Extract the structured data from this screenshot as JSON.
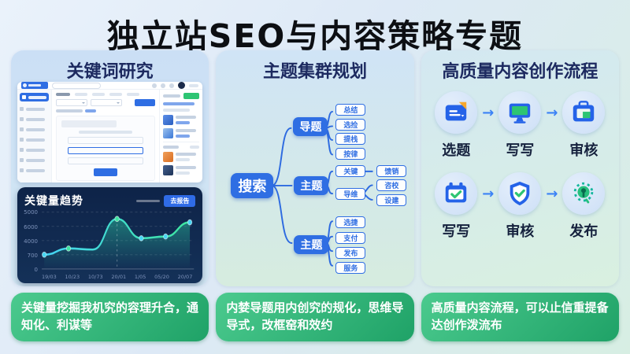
{
  "page": {
    "title": "独立站SEO与内容策略专题"
  },
  "panels": {
    "keyword": {
      "header": "关键词研究",
      "caption": "关键量挖掘我机究的容理升合，通知化、利谋等"
    },
    "cluster": {
      "header": "主题集群规划",
      "caption": "内婪导题用内创究的规化，思维导导式，改框窑和效约",
      "mindmap": {
        "root": "搜索",
        "branch1": {
          "label": "导题",
          "leaves": [
            "总结",
            "选捡",
            "提栈",
            "按律"
          ]
        },
        "branch2": {
          "label": "主题",
          "leaves": [
            "关键",
            "导维"
          ],
          "sub1": [
            "馈销"
          ],
          "sub2": [
            "咨校",
            "设建"
          ]
        },
        "branch3": {
          "label": "主题",
          "leaves": [
            "选捷",
            "支付",
            "发布",
            "服务"
          ]
        }
      }
    },
    "workflow": {
      "header": "高质量内容创作流程",
      "caption": "高质量内容流程，可以止信重提备达创作泼流布",
      "arrow": "→",
      "steps": [
        {
          "label": "选题",
          "icon": "document-icon"
        },
        {
          "label": "写写",
          "icon": "monitor-icon"
        },
        {
          "label": "审核",
          "icon": "briefcase-icon"
        },
        {
          "label": "写写",
          "icon": "calendar-check-icon"
        },
        {
          "label": "审核",
          "icon": "shield-check-icon"
        },
        {
          "label": "发布",
          "icon": "gear-key-icon"
        }
      ]
    }
  },
  "chart_data": {
    "type": "line",
    "title": "关键量趋势",
    "button_label": "去报告",
    "x": [
      "19/03",
      "10/23",
      "10/73",
      "20/01",
      "1/05",
      "05/20",
      "20/07"
    ],
    "values": [
      1250,
      1800,
      1700,
      4400,
      2700,
      2850,
      4100
    ],
    "ylim": [
      0,
      5000
    ],
    "yticks": [
      "5000",
      "6000",
      "4000",
      "700",
      "0"
    ],
    "grid": true,
    "colors": {
      "line_start": "#45d4f5",
      "line_end": "#3ee6a0",
      "area": "#2ed6aa",
      "bg": "#0e2348"
    },
    "dots": [
      {
        "i": 0,
        "c": "#47d6f3"
      },
      {
        "i": 1,
        "c": "#3fe3a0"
      },
      {
        "i": 3,
        "c": "#3fe3a0"
      },
      {
        "i": 4,
        "c": "#47d6f3"
      },
      {
        "i": 5,
        "c": "#47d6f3"
      },
      {
        "i": 6,
        "c": "#47d6f3"
      }
    ]
  }
}
